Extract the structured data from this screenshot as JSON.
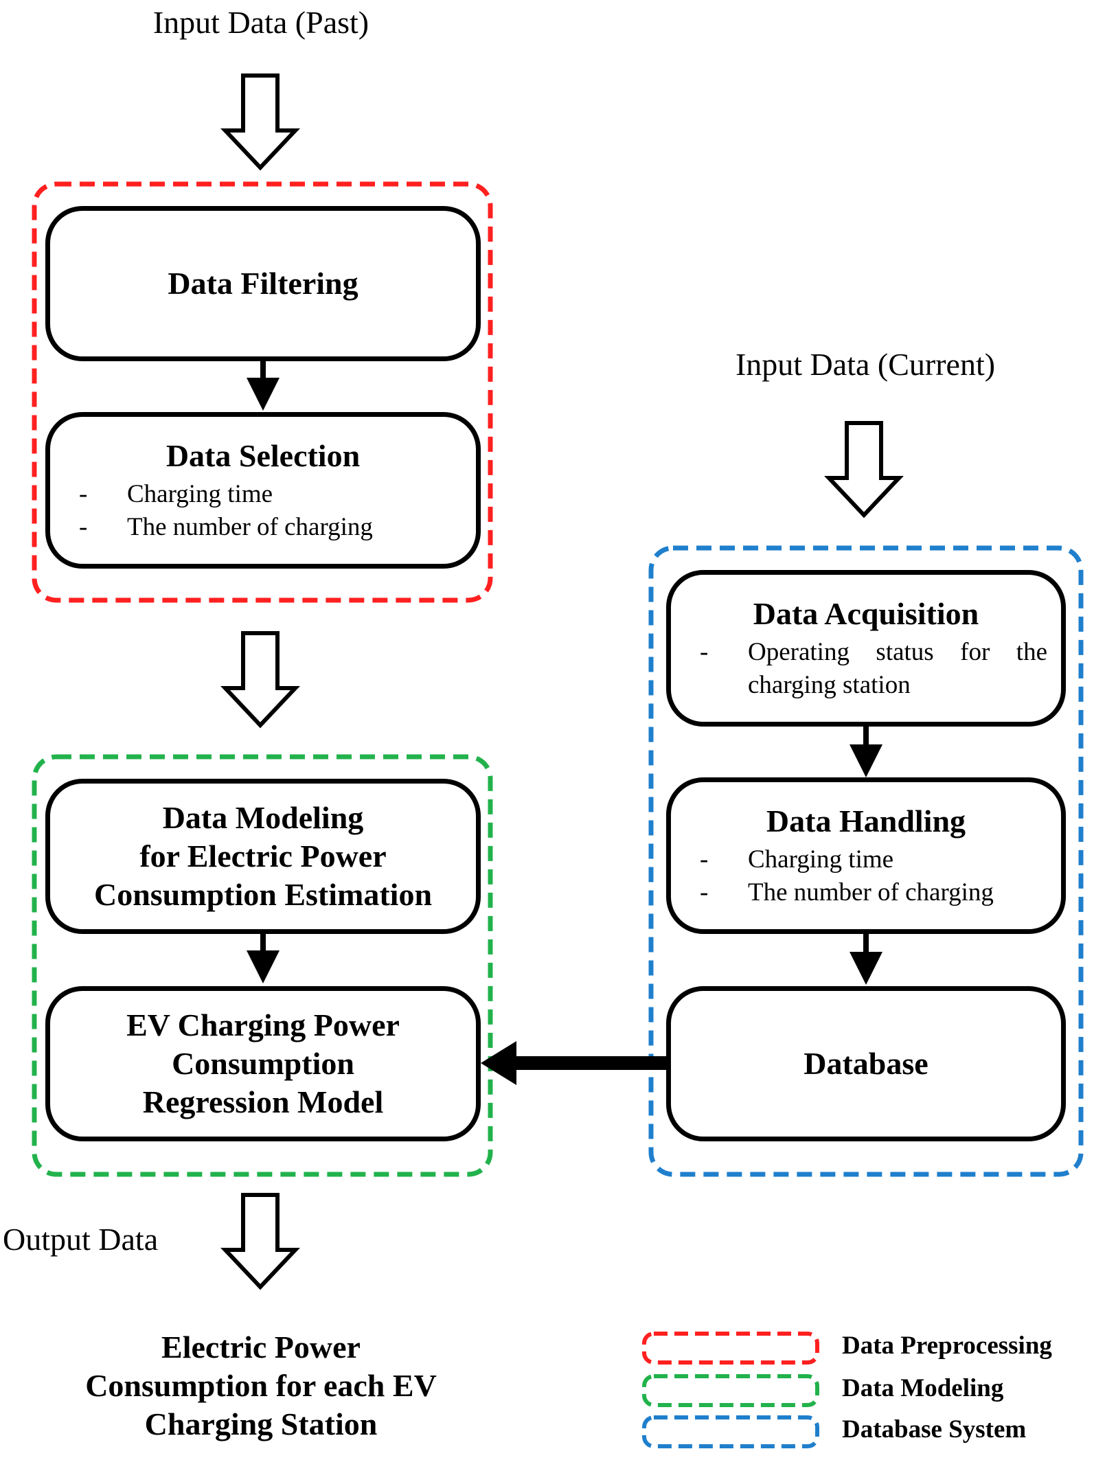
{
  "inputs": {
    "past_label": "Input Data (Past)",
    "current_label": "Input Data (Current)",
    "output_label": "Output Data"
  },
  "preprocessing": {
    "filtering_title": "Data Filtering",
    "selection_title": "Data Selection",
    "selection_items": [
      "Charging  time",
      "The number of charging"
    ]
  },
  "modeling": {
    "modeling_title_lines": [
      "Data Modeling",
      "for Electric Power",
      "Consumption Estimation"
    ],
    "regression_title_lines": [
      "EV Charging Power",
      "Consumption",
      "Regression Model"
    ]
  },
  "database_system": {
    "acquisition_title": "Data Acquisition",
    "acquisition_items": [
      "Operating  status  for  the charging station"
    ],
    "handling_title": "Data Handling",
    "handling_items": [
      "Charging  time",
      "The number of charging"
    ],
    "database_title": "Database"
  },
  "output": {
    "title_lines": [
      "Electric Power",
      "Consumption for each EV",
      "Charging Station"
    ]
  },
  "legend": [
    {
      "label": "Data Preprocessing",
      "color": "#ff2020"
    },
    {
      "label": "Data Modeling",
      "color": "#22b24c"
    },
    {
      "label": "Database System",
      "color": "#1f7fcc"
    }
  ]
}
